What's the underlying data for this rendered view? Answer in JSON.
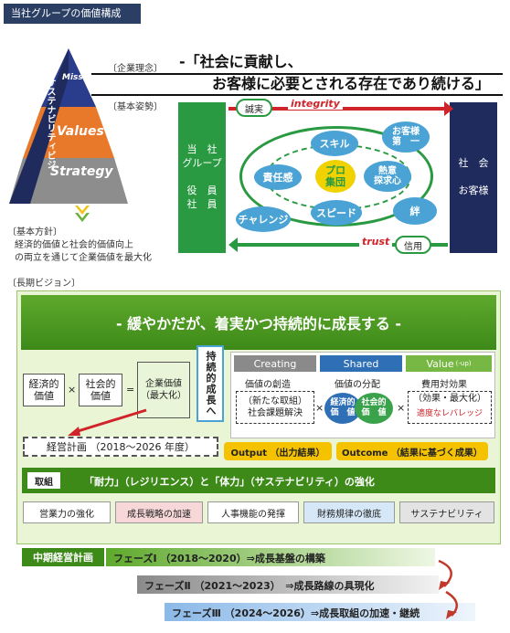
{
  "header": {
    "title": "当社グループの価値構成"
  },
  "pyramid": {
    "side_label": "サステナビリティビジョン",
    "tiers": [
      "Mission",
      "Values",
      "Strategy"
    ]
  },
  "philosophy": {
    "label": "〔企業理念〕",
    "text_line1": "-「社会に貢献し、",
    "text_line2": "お客様に必要とされる存在であり続ける」"
  },
  "stance": {
    "label": "〔基本姿勢〕",
    "left_panel": "当　社\nグループ\n\n役　員\n社　員",
    "right_panel": "社　会\n\nお客様",
    "top_pill": "誠実",
    "top_arrow": "integrity",
    "bottom_pill": "信用",
    "bottom_arrow": "trust",
    "center": "プロ\n集団",
    "nodes": [
      "スキル",
      "お客様\n第　一",
      "責任感",
      "熱意\n探求心",
      "チャレンジ",
      "スピード",
      "絆"
    ]
  },
  "policy": {
    "label": "〔基本方針〕",
    "line1": "経済的価値と社会的価値向上",
    "line2": "の両立を通じて企業価値を最大化"
  },
  "vision": {
    "section_label": "〔長期ビジョン〕",
    "headline": "- 緩やかだが、着実かつ持続的に成長する -",
    "econ": "経済的\n価値",
    "social": "社会的\n価値",
    "times": "×",
    "equals": "=",
    "corp_value": "企業価値\n（最大化）",
    "growth": "持続的成長へ",
    "plan": "経営計画 （2018～2026 年度）",
    "cols": [
      {
        "head": "Creating",
        "sub": "価値の創造",
        "box": "（新たな取組）\n社会課題解決"
      },
      {
        "head": "Shared",
        "sub": "価値の分配",
        "box_left": "経済的\n価　値",
        "box_right": "社会的\n価　値"
      },
      {
        "head": "Value",
        "head_suffix": "(-up)",
        "sub": "費用対効果",
        "box": "（効果・最大化）",
        "box_red": "適度なレバレッジ"
      }
    ],
    "output": "Output （出力結果）",
    "outcome": "Outcome （結果に基づく成果）",
    "torikumi_label": "取組",
    "torikumi_text": "「耐力」（レジリエンス）と「体力」（サステナビリティ）の強化",
    "pillars": [
      "営業力の強化",
      "成長戦略の加速",
      "人事機能の発揮",
      "財務規律の徹底",
      "サステナビリティ"
    ]
  },
  "midplan": {
    "label": "中期経営計画",
    "phase1": "フェーズⅠ （2018～2020）⇒成長基盤の構築",
    "phase2": "フェーズⅡ （2021～2023）　⇒成長路線の具現化",
    "phase3": "フェーズⅢ （2024～2026）⇒成長取組の加速・継続"
  },
  "colors": {
    "navy": "#1f2b5c",
    "green": "#3d8a19",
    "orange": "#e8782a",
    "gray": "#8a8a8a",
    "blue": "#4aa3d4"
  }
}
